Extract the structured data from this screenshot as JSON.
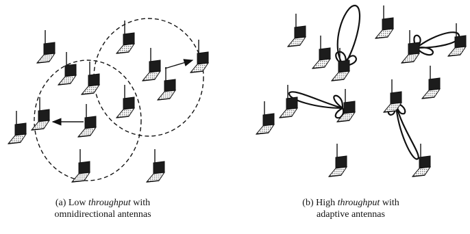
{
  "panels": [
    {
      "id": "a",
      "caption": {
        "line1_pre": "(a) Low ",
        "line1_em": "throughput",
        "line1_post": " with",
        "line2": "omnidirectional antennas"
      }
    },
    {
      "id": "b",
      "caption": {
        "line1_pre": "(b) High ",
        "line1_em": "throughput",
        "line1_post": " with",
        "line2": "adaptive antennas"
      }
    }
  ],
  "colors": {
    "ink": "#111111",
    "screen": "#1c1c1c",
    "keyboard": "#9a9a9a",
    "background": "#ffffff"
  }
}
